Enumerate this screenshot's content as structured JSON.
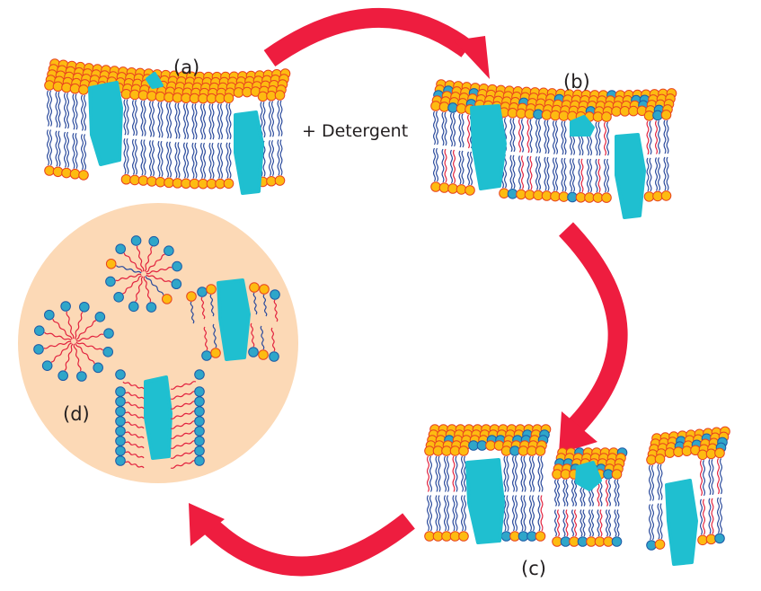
{
  "title": "Membrane protein solubilization by detergent",
  "labels": {
    "a": "(a)",
    "b": "(b)",
    "c": "(c)",
    "d": "(d)",
    "detergent": "+ Detergent"
  },
  "stages": [
    {
      "id": "a",
      "description": "Intact lipid bilayer with embedded membrane proteins"
    },
    {
      "id": "b",
      "description": "Detergent molecules insert into the bilayer"
    },
    {
      "id": "c",
      "description": "Bilayer fragments into mixed lipid-detergent pieces"
    },
    {
      "id": "d",
      "description": "Detergent micelles, mixed micelles and protein-detergent complexes"
    }
  ],
  "colors": {
    "arrow": "#ee1d3f",
    "lipid_head": "#fdbb11",
    "lipid_head_outline": "#e8431f",
    "detergent_head": "#2fa6c9",
    "detergent_head_outline": "#1d5aa6",
    "lipid_tail": "#2a4a9c",
    "detergent_tail": "#e2233f",
    "protein": "#1fbfd0",
    "solution_circle": "#fcd9b6",
    "text": "#231f20"
  }
}
